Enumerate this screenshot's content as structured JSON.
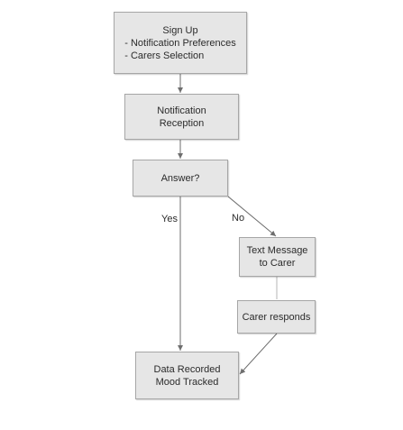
{
  "nodes": {
    "signup": {
      "title": "Sign Up",
      "items": [
        "- Notification Preferences",
        "- Carers Selection"
      ]
    },
    "notification_reception": {
      "lines": [
        "Notification",
        "Reception"
      ]
    },
    "answer": {
      "label": "Answer?"
    },
    "text_message": {
      "lines": [
        "Text Message",
        "to Carer"
      ]
    },
    "carer_responds": {
      "label": "Carer responds"
    },
    "data_recorded": {
      "lines": [
        "Data Recorded",
        "Mood Tracked"
      ]
    }
  },
  "edge_labels": {
    "yes": "Yes",
    "no": "No"
  },
  "colors": {
    "node_fill": "#e6e6e6",
    "node_border": "#a6a6a6",
    "edge": "#6e6e6e",
    "text": "#2b2b2b"
  }
}
